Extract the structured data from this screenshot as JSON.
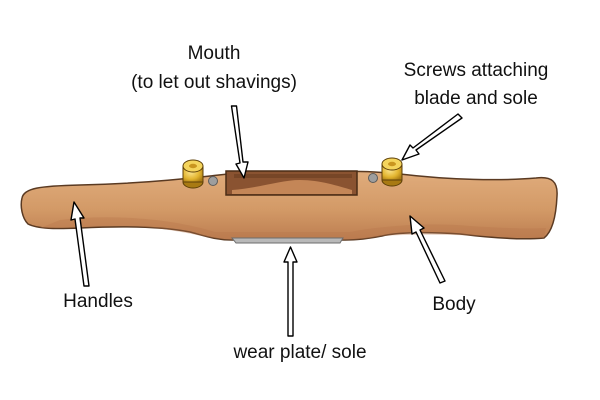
{
  "labels": {
    "mouth_line1": "Mouth",
    "mouth_line2": "(to let out shavings)",
    "screws_line1": "Screws attaching",
    "screws_line2": "blade and sole",
    "handles": "Handles",
    "body": "Body",
    "sole": "wear plate/ sole"
  },
  "colors": {
    "wood": "#d39a67",
    "wood_shade": "#b7764b",
    "outline": "#5a3a22",
    "brass": "#e2b42f",
    "steel": "#b9b9b9",
    "arrow": "#000000"
  }
}
